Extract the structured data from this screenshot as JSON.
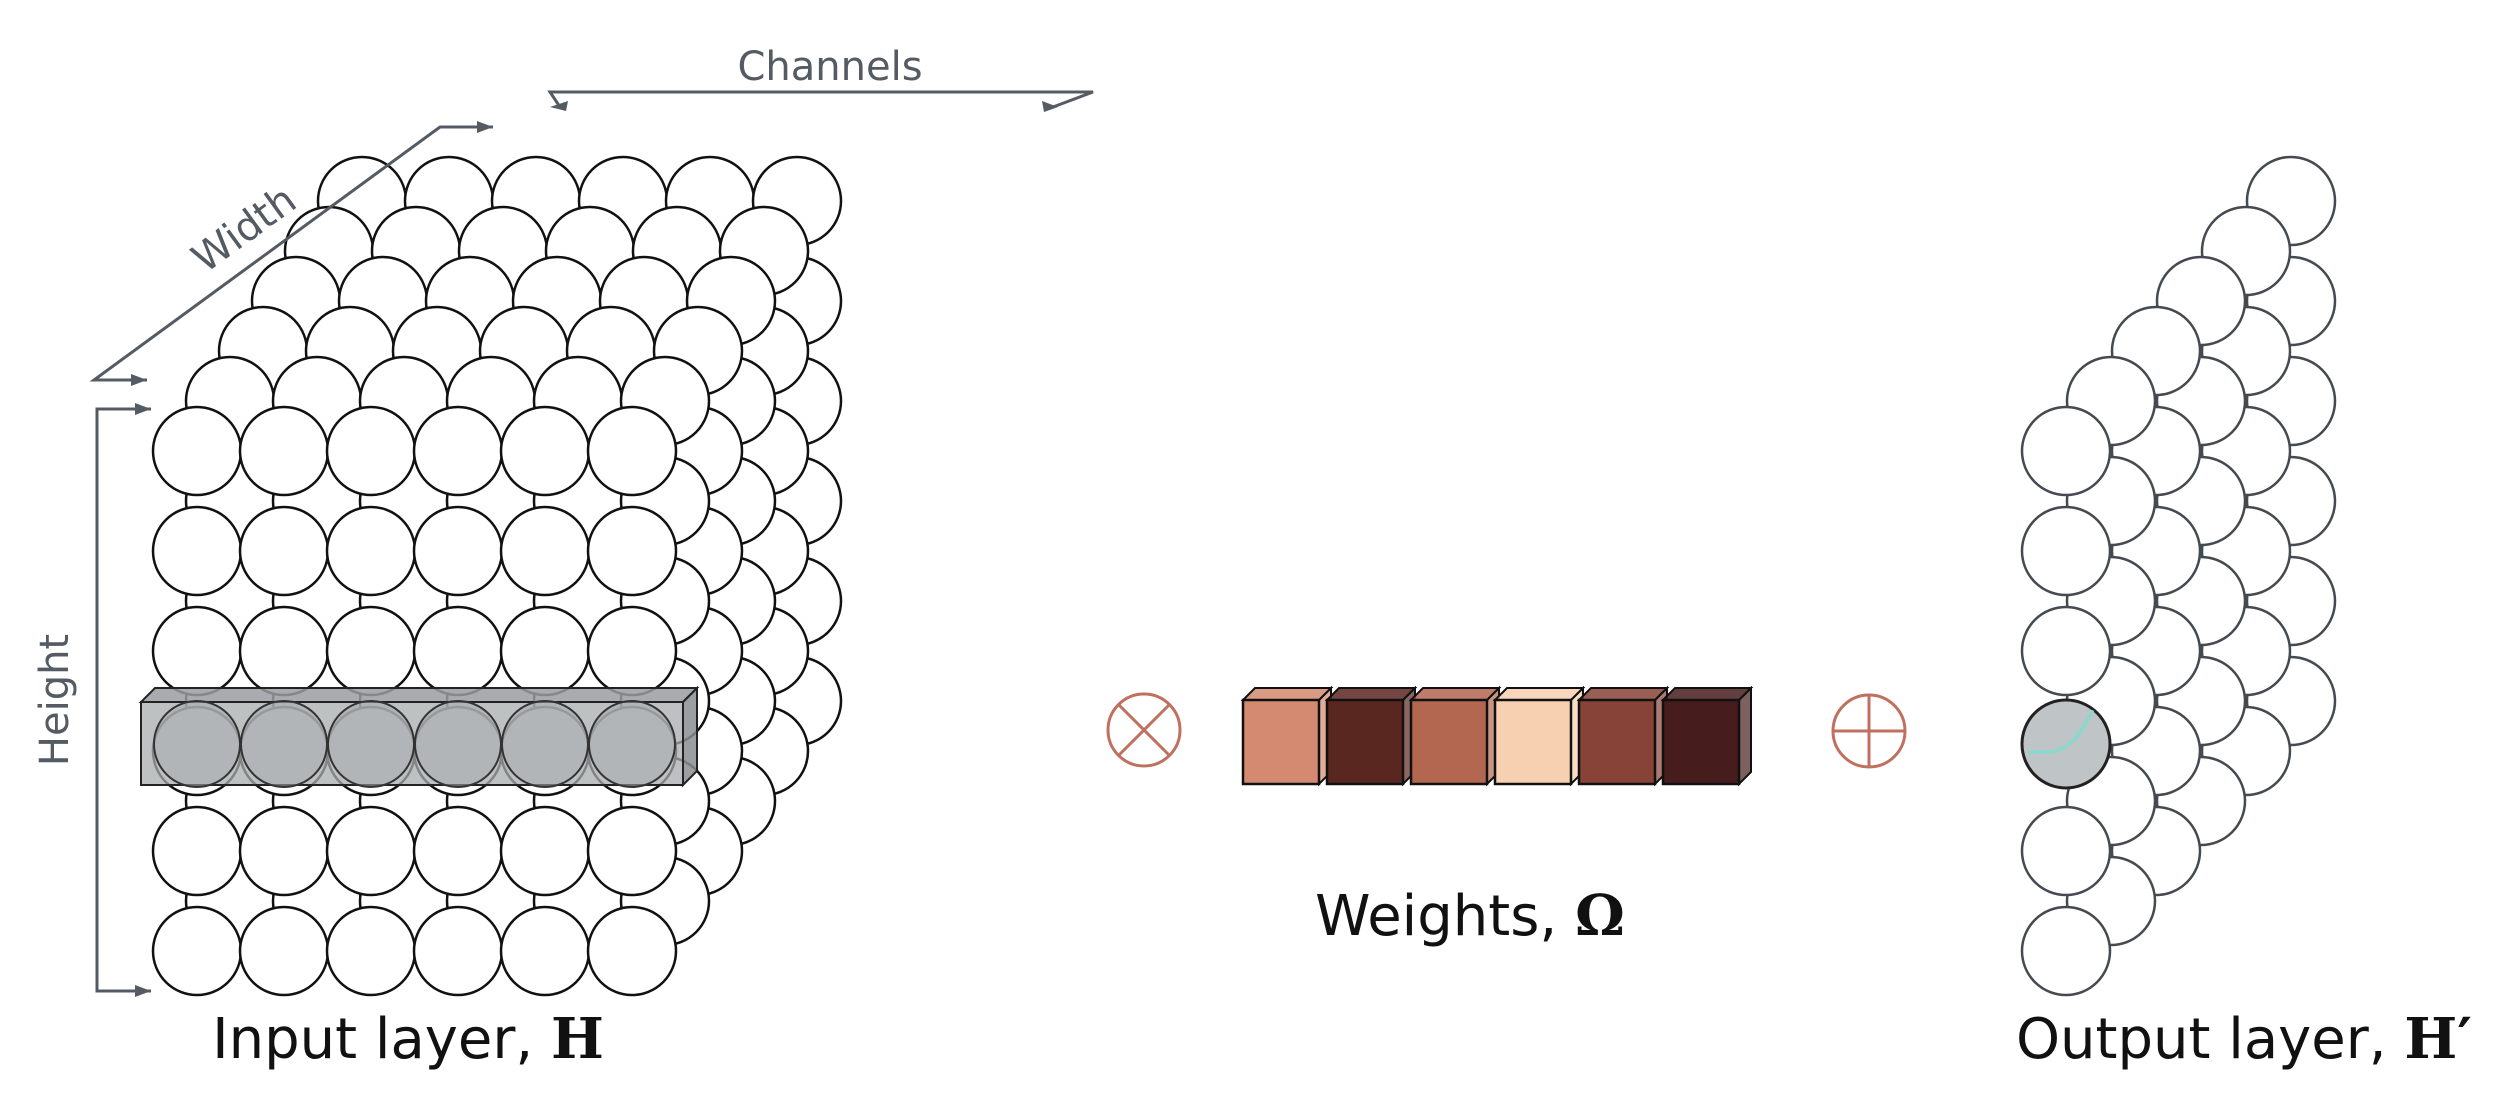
{
  "axes": {
    "channels": "Channels",
    "width": "Width",
    "height": "Height"
  },
  "input_layer": {
    "label": "Input layer, ",
    "symbol": "H"
  },
  "weights": {
    "label": "Weights, ",
    "symbol": "Ω",
    "cell_colors": [
      "#d48a70",
      "#5a2620",
      "#b36650",
      "#f7cfb1",
      "#874337",
      "#471c1c"
    ]
  },
  "output_layer": {
    "label": "Output layer, ",
    "symbol": "H′"
  },
  "operators": {
    "multiply": "⊗",
    "add": "⊕"
  },
  "colors": {
    "operator": "#c0705f",
    "highlight": "#a8acae",
    "output_highlight": "#bfc4c6",
    "output_curve": "#8fd6cc",
    "arrow": "#555b63"
  }
}
